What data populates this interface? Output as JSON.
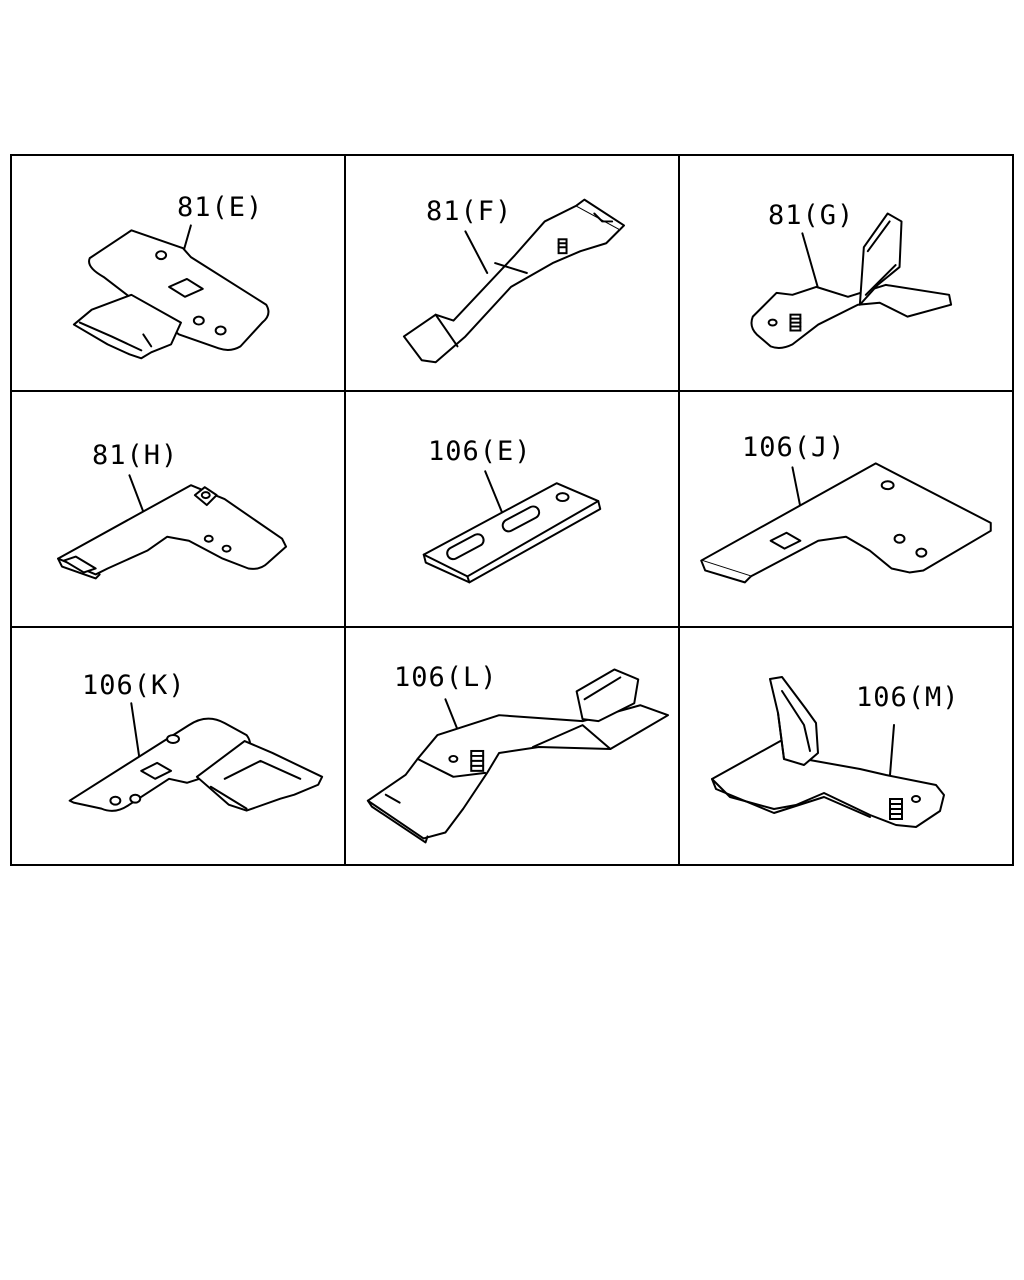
{
  "callouts": {
    "c1": "81(E)",
    "c2": "81(F)",
    "c3": "81(G)",
    "c4": "81(H)",
    "c5": "106(E)",
    "c6": "106(J)",
    "c7": "106(K)",
    "c8": "106(L)",
    "c9": "106(M)"
  }
}
